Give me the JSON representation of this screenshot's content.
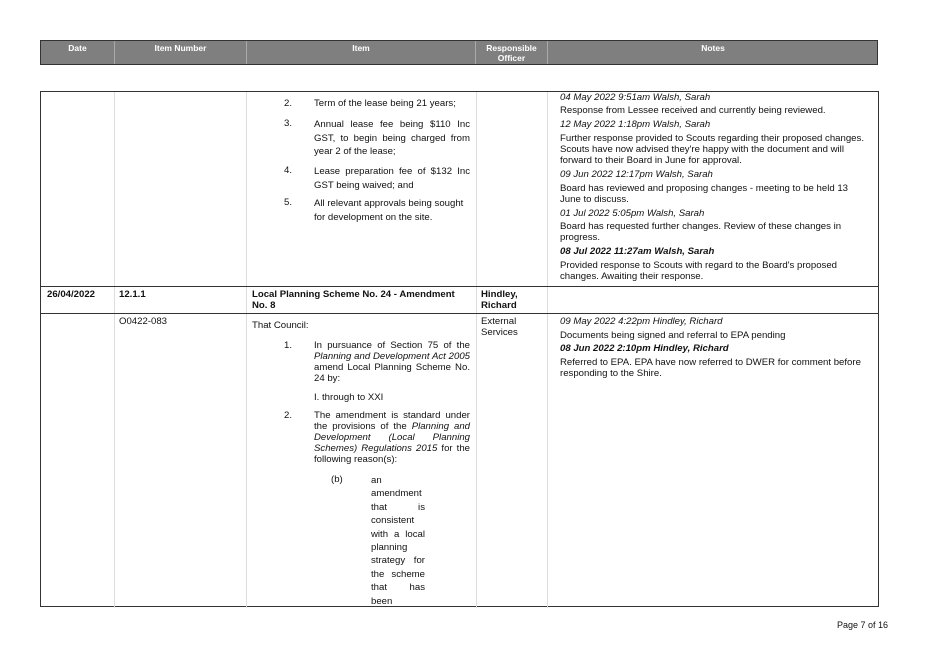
{
  "header": {
    "date": "Date",
    "item_number": "Item Number",
    "item": "Item",
    "officer": "Responsible Officer",
    "notes": "Notes"
  },
  "row1": {
    "items": [
      {
        "num": "2.",
        "text": "Term of the lease being 21 years;"
      },
      {
        "num": "3.",
        "text": "Annual lease fee being $110 Inc GST, to begin being charged from year 2 of the lease;"
      },
      {
        "num": "4.",
        "text": "Lease preparation fee of $132 Inc GST being waived; and"
      },
      {
        "num": "5.",
        "text": "All relevant approvals being sought for development on the site."
      }
    ],
    "notes": [
      {
        "stamp": "04 May 2022 9:51am Walsh, Sarah",
        "text": "Response from Lessee received and currently being reviewed."
      },
      {
        "stamp": "12 May 2022 1:18pm Walsh, Sarah",
        "text": "Further response provided to Scouts regarding their proposed changes. Scouts have now advised they're happy with the document and will forward to their Board in June for approval."
      },
      {
        "stamp": "09 Jun 2022 12:17pm Walsh, Sarah",
        "text": "Board has reviewed and proposing changes - meeting to be held 13 June to discuss."
      },
      {
        "stamp": "01 Jul 2022 5:05pm Walsh, Sarah",
        "text": "Board has requested further changes. Review of these changes in progress."
      },
      {
        "stamp": "08 Jul 2022 11:27am Walsh, Sarah",
        "text": "Provided response to Scouts with regard to the Board's proposed changes. Awaiting their response."
      }
    ]
  },
  "row2": {
    "date": "26/04/2022",
    "item_number": "12.1.1",
    "title": "Local Planning Scheme No. 24 - Amendment No. 8",
    "officer": "Hindley, Richard"
  },
  "row3": {
    "ref": "O0422-083",
    "lead": "That Council:",
    "p1_num": "1.",
    "p1_a": "In pursuance of Section 75 of the",
    "p1_b": "Planning and Development Act 2005",
    "p1_c": "amend Local Planning Scheme No. 24 by:",
    "roman": "I. through to XXI",
    "p2_num": "2.",
    "p2_a": "The amendment is standard under the provisions of the",
    "p2_b": "Planning and Development (Local Planning Schemes) Regulations 2015",
    "p2_c": "for the following reason(s):",
    "sub_label": "(b)",
    "sub_text": "an amendment that is consistent with a local planning strategy for the scheme that has been",
    "officer": "External Services",
    "notes": [
      {
        "stamp": "09 May 2022 4:22pm Hindley, Richard",
        "text": "Documents being signed and referral to EPA pending"
      },
      {
        "stamp": "08 Jun 2022 2:10pm Hindley, Richard",
        "text": "Referred to EPA. EPA have now referred to DWER for comment before responding to the Shire."
      }
    ]
  },
  "footer": "Page 7 of 16"
}
